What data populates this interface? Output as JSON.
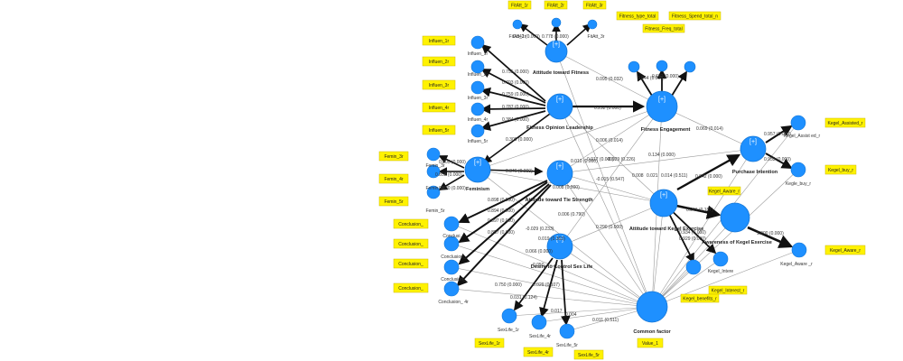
{
  "colors": {
    "node": "#1e90ff",
    "tag": "#fff200",
    "edge": "#111111",
    "bg": "#ffffff"
  },
  "latent": {
    "attitude_fitness": "Attitude toward Fitness",
    "fitness_opinion": "Fitness Opinion Leadership",
    "fitness_engagement": "Fitness Engagement",
    "feminism": "Feminism",
    "attitude_tie": "Attitude toward Tie Strength",
    "purchase_intention": "Purchase Intention",
    "attitude_kegel": "Attitude toward Kegel Exercise",
    "awareness": "Awareness of Kegel Exercise",
    "desire_sex": "Desire to Control Sex Life",
    "common": "Common factor"
  },
  "tags": {
    "fitatt_1r": "FitAtt_1r",
    "fitatt_2r": "FitAtt_2r",
    "fitatt_3r": "FitAtt_3r",
    "fitness_type": "Fitness_type_total",
    "fitness_spend": "Fitness_Spend_total_n",
    "fitness_freq": "Fitness_Freq_total",
    "influen_1r": "Influen_1r",
    "influen_2r": "Influen_2r",
    "influen_3r": "Influen_3r",
    "influen_4r": "Influen_4r",
    "influen_5r": "Influen_5r",
    "femin_3r": "Femin_3r",
    "femin_4r": "Femin_4r",
    "femin_5r": "Femin_5r",
    "conclusion_1": "Conclusion_",
    "conclusion_2": "Conclusion_",
    "conclusion_3": "Conclusion_",
    "conclusion_4": "Conclusion_",
    "kegel_assisted": "Kegel_Assisted_r",
    "kegel_buy": "Kegel_buy_r",
    "kegel_aware_r": "Kegel_Aware_r",
    "kegel_aware_r2": "Kegel_Aware_r",
    "kegel_interest": "Kegel_Interest_r",
    "kegel_benefits": "Kegel_benefits_r",
    "sexlife_1r": "SexLife_1r",
    "sexlife_4r": "SexLife_4r",
    "sexlife_5r": "SexLife_5r",
    "value_1": "Value_1"
  },
  "indicators": {
    "fitatt_1": "FitAtt_1r",
    "fitatt_3": "FitAtt_3r",
    "influen_1": "Influen_1r",
    "influen_2": "Influen_2r",
    "influen_3": "Influen_3r",
    "influen_4": "Influen_4r",
    "influen_5": "Influen_5r",
    "femin_3": "Femin_3r",
    "femin_4": "Femin_4r",
    "femin_5": "Femin_5r",
    "concl_1": "Conclusi...",
    "concl_2": "Conclusion_",
    "concl_3": "Conclusion_",
    "concl_4": "Conclusion_ 4r",
    "kegel_assist": "Kegel_Assist ed_r",
    "kegel_buy": "Kegle_buy_r",
    "kegel_aware": "Kegel_Aware _r",
    "kegel_intere": "Kegel_Intere",
    "sexlife_1": "SexLife_1r",
    "sexlife_4": "SexLife_4r",
    "sexlife_5": "SexLife_5r"
  },
  "coefficients": {
    "c1": "0.755 (0.000)",
    "c2": "0.793 (0.000)",
    "c3": "0.759 (0.000)",
    "c4": "0.787 (0.000)",
    "c5": "0.384 (0.000)",
    "c6": "0.309 (0.000)",
    "c7": "0.346 (0.000)",
    "c8": "0.292 (0.000)",
    "c9": "0.095 (0.032)",
    "c10": "0.069 (0.014)",
    "c11": "0.957 (0.000)",
    "c12": "0.953 (0.000)",
    "c13": "0.642 (0.000)",
    "c14": "0.041 (0.187)",
    "c15": "1.000 (0.000)",
    "c16": "0.134 (0.000)",
    "c17": "0.006 (0.014)",
    "c18": "0.017 (0.000)",
    "c19": "-0.029 (0.226)",
    "c20": "0.010 (0.000)",
    "c21": "0.290 (0.000)",
    "c22": "0.019 (0.363)",
    "c23": "-0.029 (0.233)",
    "c24": "0.066 (0.000)",
    "c25": "0.750 (0.000)",
    "c26": "0.029 (0.107)",
    "c27": "0.031 (0.124)",
    "c28": "0.011 (0.511)",
    "c29": "0.004",
    "c30": "0.017",
    "c31": "0.805 (0.000)",
    "c32": "0.858 (0.000)",
    "c33": "0.830 (0.000)",
    "c34": "0.898 (0.000)",
    "c35": "0.894 (0.000)",
    "c36": "0.897 (0.000)",
    "c37": "0.857 (0.000)",
    "c38": "0.842 (0.000)",
    "c39": "0.778 (0.000)",
    "c40": "0.844 (0.000)",
    "c41": "0.682 (0.000)",
    "c42": "-0.015 (0.547)",
    "c43": "0.008",
    "c44": "0.021",
    "c45": "0.014 (0.511)",
    "c46": "0.934 (0.000)",
    "c47": "0.929 (0.000)",
    "c48": "0.006 (0.790)",
    "c49": "0.008 (0.000)",
    "c50": "0.050"
  },
  "plus": "[+]"
}
